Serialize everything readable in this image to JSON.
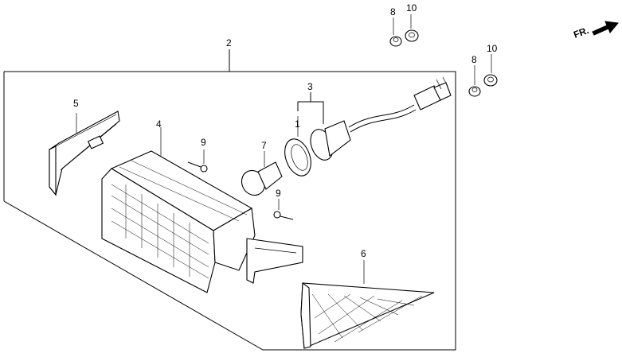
{
  "diagram": {
    "orientation_label": "FR.",
    "callouts": {
      "c2": "2",
      "c3": "3",
      "c1": "1",
      "c4": "4",
      "c5": "5",
      "c6": "6",
      "c7": "7",
      "c8a": "8",
      "c10a": "10",
      "c8b": "8",
      "c10b": "10",
      "c9a": "9",
      "c9b": "9"
    }
  }
}
